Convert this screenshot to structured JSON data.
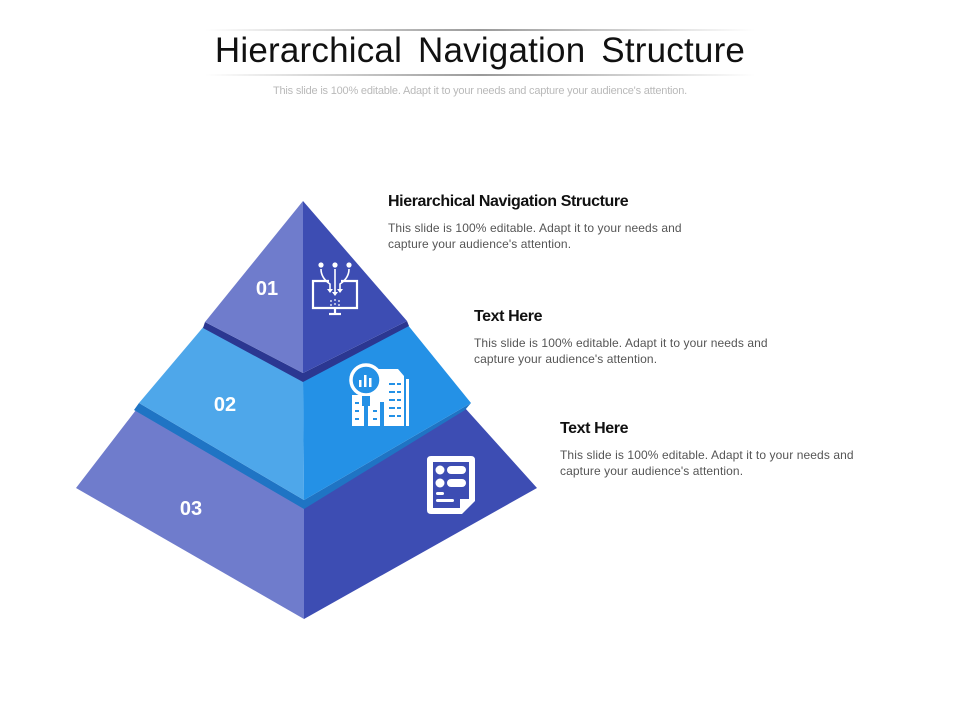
{
  "slide": {
    "title": "Hierarchical Navigation Structure",
    "subtitle": "This slide is 100% editable. Adapt it to your needs and capture your audience's attention."
  },
  "pyramid": {
    "tiers": [
      {
        "number": "01",
        "icon": "monitor-data-flow-icon",
        "color_left": "#6f7ccc",
        "color_right": "#3d4db3"
      },
      {
        "number": "02",
        "icon": "building-analytics-search-icon",
        "color_left": "#4ea7ea",
        "color_right": "#2491e6"
      },
      {
        "number": "03",
        "icon": "document-list-icon",
        "color_left": "#6f7ccc",
        "color_right": "#3d4db3"
      }
    ],
    "separator_colors": [
      "#2b3791",
      "#1f74c4"
    ]
  },
  "items": [
    {
      "heading": "Hierarchical Navigation Structure",
      "text": "This slide is 100% editable. Adapt it to your needs and capture your audience's attention."
    },
    {
      "heading": "Text Here",
      "text": "This slide is 100% editable. Adapt it to your needs and capture your audience's attention."
    },
    {
      "heading": "Text Here",
      "text": "This slide is 100% editable. Adapt it to your needs and capture your audience's attention."
    }
  ]
}
